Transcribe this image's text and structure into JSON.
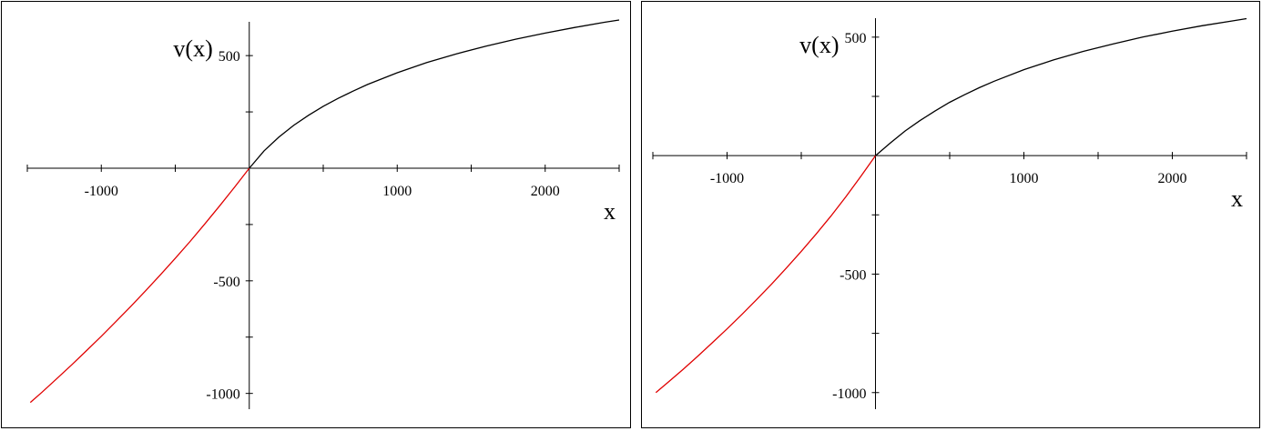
{
  "chart_data": [
    {
      "type": "line",
      "xlabel": "x",
      "ylabel": "v(x)",
      "xlim": [
        -1500,
        2500
      ],
      "ylim": [
        -1070,
        650
      ],
      "x_ticks": [
        -1000,
        1000,
        2000
      ],
      "x_tick_labels": [
        "-1000",
        "1000",
        "2000"
      ],
      "x_minor_step": 500,
      "y_ticks": [
        -1000,
        -500,
        500
      ],
      "y_tick_labels": [
        "-1000",
        "-500",
        "500"
      ],
      "y_minor_step": 250,
      "grid": false,
      "colors": {
        "negative_branch": "#e00000",
        "positive_branch": "#000000"
      },
      "series": [
        {
          "x": [
            -1480,
            -1400,
            -1300,
            -1200,
            -1100,
            -1000,
            -900,
            -800,
            -700,
            -600,
            -500,
            -400,
            -300,
            -200,
            -100,
            0
          ],
          "values": [
            -1040,
            -994,
            -934,
            -873,
            -810,
            -746,
            -680,
            -613,
            -544,
            -473,
            -400,
            -325,
            -247,
            -167,
            -85,
            0
          ]
        },
        {
          "x": [
            0,
            100,
            200,
            300,
            400,
            500,
            600,
            700,
            800,
            1000,
            1200,
            1400,
            1600,
            1800,
            2000,
            2200,
            2400,
            2500
          ],
          "values": [
            0,
            77,
            138,
            190,
            235,
            275,
            310,
            342,
            372,
            424,
            469,
            508,
            542,
            573,
            600,
            625,
            648,
            658
          ]
        }
      ]
    },
    {
      "type": "line",
      "xlabel": "x",
      "ylabel": "v(x)",
      "xlim": [
        -1500,
        2500
      ],
      "ylim": [
        -1070,
        580
      ],
      "x_ticks": [
        -1000,
        1000,
        2000
      ],
      "x_tick_labels": [
        "-1000",
        "1000",
        "2000"
      ],
      "x_minor_step": 500,
      "y_ticks": [
        -1000,
        -500,
        500
      ],
      "y_tick_labels": [
        "-1000",
        "-500",
        "500"
      ],
      "y_minor_step": 250,
      "grid": false,
      "colors": {
        "negative_branch": "#e00000",
        "positive_branch": "#000000"
      },
      "series": [
        {
          "x": [
            -1480,
            -1400,
            -1300,
            -1200,
            -1100,
            -1000,
            -900,
            -800,
            -700,
            -600,
            -500,
            -400,
            -300,
            -200,
            -100,
            0
          ],
          "values": [
            -1000,
            -958,
            -904,
            -848,
            -790,
            -731,
            -670,
            -607,
            -542,
            -474,
            -404,
            -331,
            -255,
            -174,
            -89,
            0
          ]
        },
        {
          "x": [
            0,
            100,
            200,
            300,
            400,
            500,
            600,
            700,
            800,
            1000,
            1200,
            1400,
            1600,
            1800,
            2000,
            2200,
            2400,
            2500
          ],
          "values": [
            0,
            53,
            104,
            148,
            188,
            225,
            257,
            287,
            314,
            363,
            404,
            440,
            471,
            500,
            525,
            548,
            568,
            578
          ]
        }
      ]
    }
  ]
}
